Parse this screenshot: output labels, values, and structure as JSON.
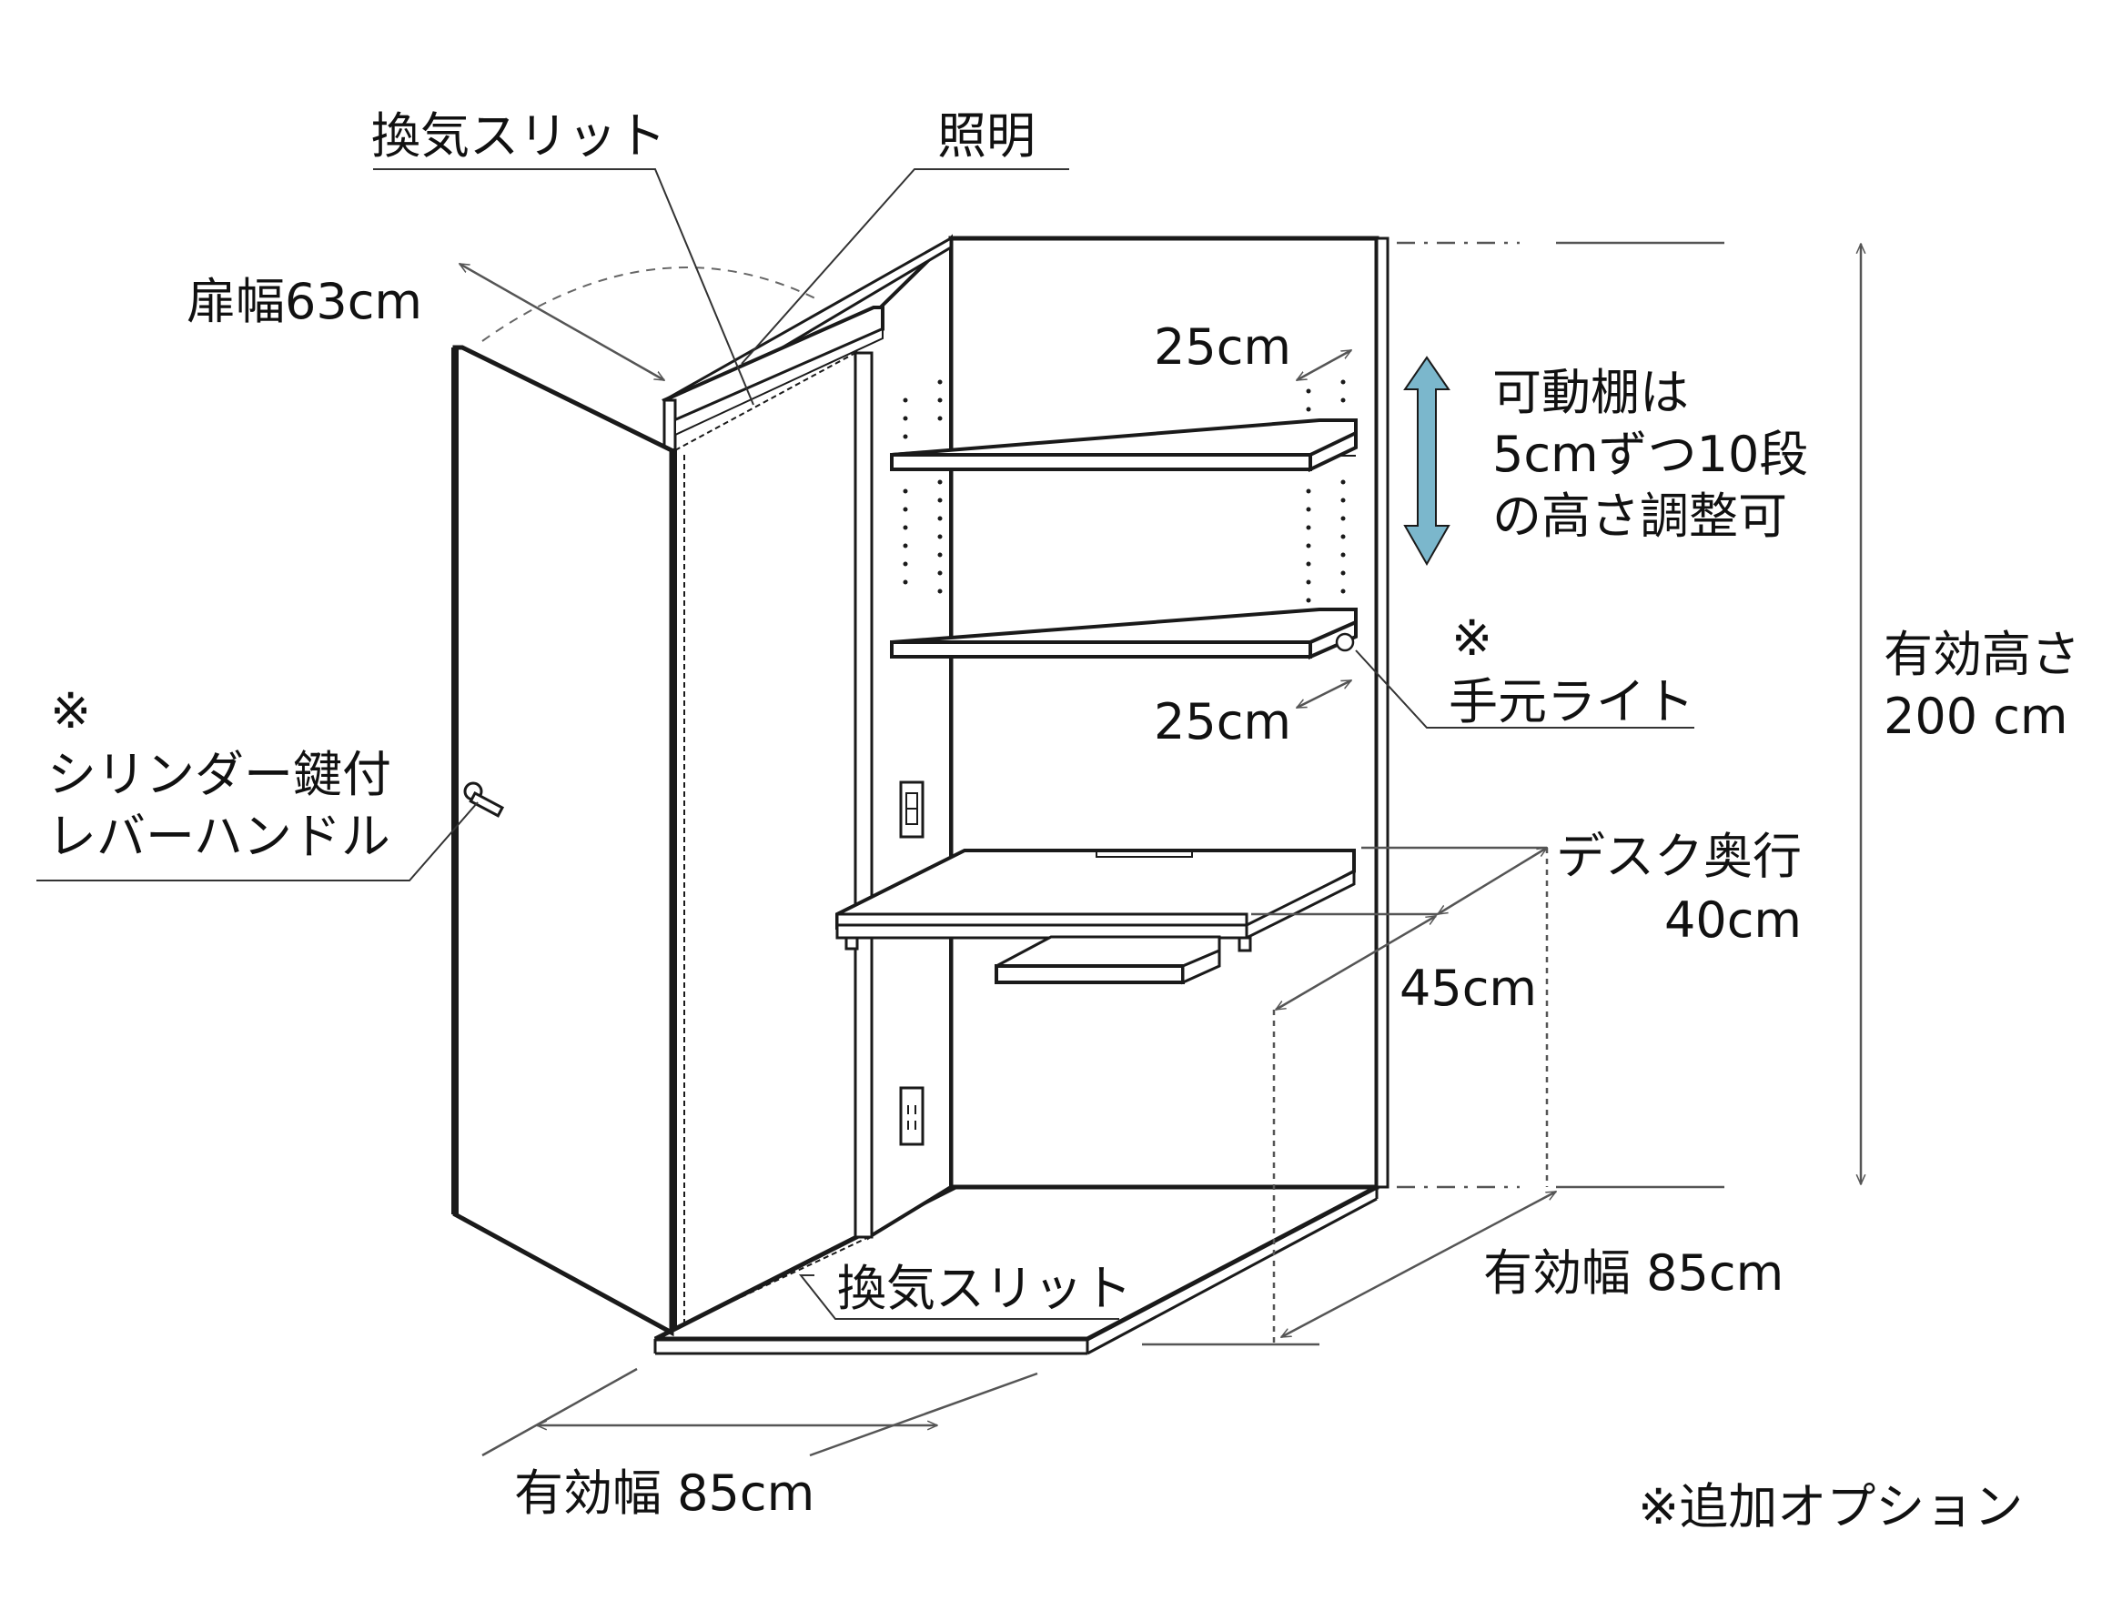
{
  "labels": {
    "vent_top": "換気スリット",
    "lighting": "照明",
    "door_width": "扉幅63cm",
    "shelf_gap_top": "25cm",
    "shelf_gap_bottom": "25cm",
    "adjustable_line1": "可動棚は",
    "adjustable_line2": "5cmずつ10段",
    "adjustable_line3": "の高さ調整可",
    "hand_light_mark": "※",
    "hand_light": "手元ライト",
    "height_line1": "有効高さ",
    "height_line2": "200 cm",
    "lock_mark": "※",
    "lock_line1": "シリンダー鍵付",
    "lock_line2": "レバーハンドル",
    "desk_depth_line1": "デスク奥行",
    "desk_depth_line2": "40cm",
    "desk_height": "45cm",
    "vent_bottom": "換気スリット",
    "width_right": "有効幅 85cm",
    "width_front": "有効幅 85cm",
    "option_note": "※追加オプション"
  },
  "colors": {
    "line": "#1a1a1a",
    "adjust_arrow": "#7bb7cc",
    "background": "#ffffff"
  }
}
